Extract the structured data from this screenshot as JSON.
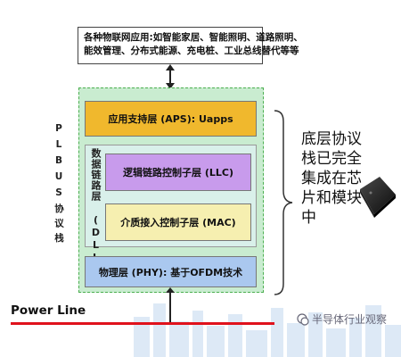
{
  "top_box": {
    "line1": "各种物联网应用:如智能家居、智能照明、道路照明、",
    "line2": "能效管理、分布式能源、充电桩、工业总线替代等等"
  },
  "stack_name": "PLBUS协议栈",
  "layers": {
    "aps": "应用支持层 (APS): Uapps",
    "data_link": "数据链路层 (DLL)",
    "llc": "逻辑链路控制子层 (LLC)",
    "mac": "介质接入控制子层 (MAC)",
    "phy": "物理层 (PHY): 基于OFDM技术"
  },
  "right_text": {
    "line1": "底层协议",
    "line2": "栈已完全",
    "line3": "集成在芯",
    "line4": "片和模块",
    "line5": "中"
  },
  "power_line_label": "Power Line",
  "watermark_text": "半导体行业观察",
  "colors": {
    "aps": "#f0b82d",
    "llc": "#c89bec",
    "mac": "#f6efb0",
    "phy": "#aac8ef",
    "container": "#c9ecd0",
    "power_line": "#e0121c"
  }
}
